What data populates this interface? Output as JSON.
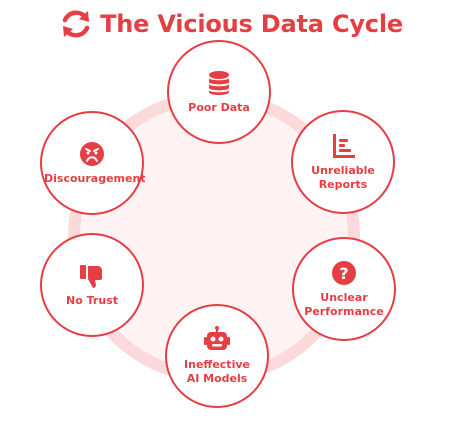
{
  "title": "The Vicious Data Cycle",
  "colors": {
    "accent": "#e53e44",
    "ring": "#fcd9da",
    "ring_fill": "#fff3f3",
    "node_bg": "#ffffff"
  },
  "nodes": [
    {
      "label": "Poor Data",
      "icon": "database-icon"
    },
    {
      "label": "Unreliable\nReports",
      "icon": "bar-chart-icon"
    },
    {
      "label": "Unclear\nPerformance",
      "icon": "question-icon"
    },
    {
      "label": "Ineffective\nAI Models",
      "icon": "robot-icon"
    },
    {
      "label": "No Trust",
      "icon": "thumbs-down-icon"
    },
    {
      "label": "Discouragement",
      "icon": "frown-face-icon"
    }
  ]
}
